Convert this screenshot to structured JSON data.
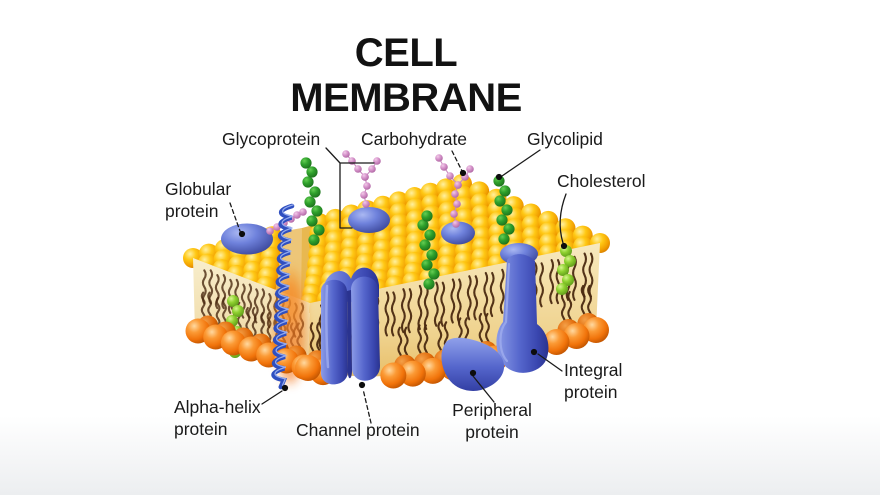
{
  "title": "CELL MEMBRANE",
  "labels": {
    "glycoprotein": "Glycoprotein",
    "carbohydrate": "Carbohydrate",
    "glycolipid": "Glycolipid",
    "cholesterol": "Cholesterol",
    "globular_protein": "Globular\nprotein",
    "alpha_helix_protein": "Alpha-helix\nprotein",
    "channel_protein": "Channel protein",
    "peripheral_protein": "Peripheral\nprotein",
    "integral_protein": "Integral\nprotein"
  },
  "colors": {
    "background": "#ffffff",
    "title_text": "#121212",
    "label_text": "#1a1a1a",
    "pointer_line": "#1b1b1b",
    "lipid_head_yellow": "#FFC814",
    "lipid_head_orange": "#F1730A",
    "membrane_face_tan": "#F2DCA0",
    "lipid_tail_brown": "#4A2910",
    "protein_blue": "#5566CC",
    "protein_blue_dark": "#2A338F",
    "carbohydrate_pink": "#D795CC",
    "glycolipid_green": "#2FA12C",
    "cholesterol_green": "#8FD130",
    "helix_blue": "#2F4FC0",
    "glow_orange": "#F47A20"
  }
}
